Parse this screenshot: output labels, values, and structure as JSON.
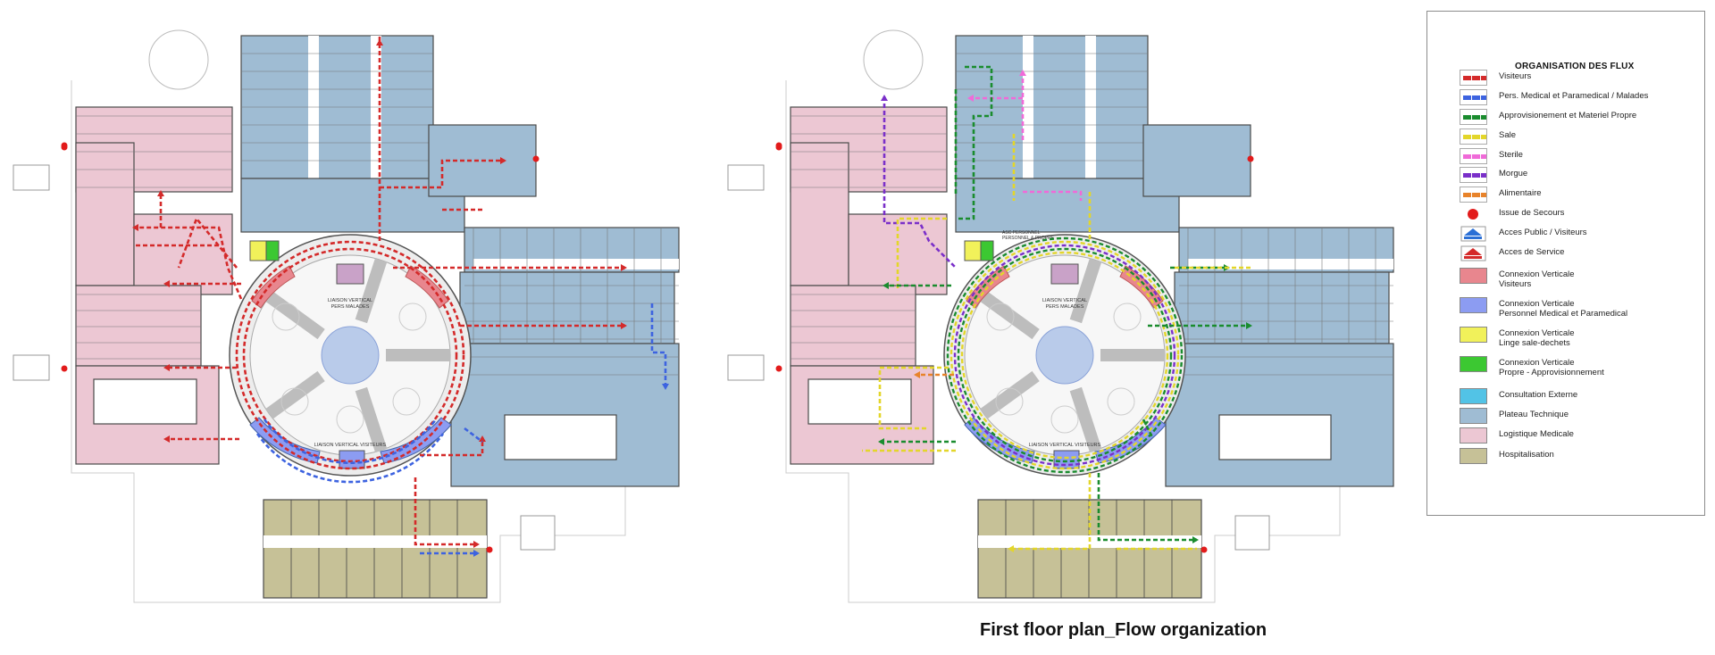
{
  "caption": "First floor plan_Flow organization",
  "legend": {
    "title": "ORGANISATION  DES FLUX",
    "items": [
      {
        "label": "Visiteurs",
        "kind": "dash",
        "color": "#d42a2a"
      },
      {
        "label": "Pers. Medical et Paramedical / Malades",
        "kind": "dash",
        "color": "#3d63e0"
      },
      {
        "label": "Approvisionement et Materiel Propre",
        "kind": "dash",
        "color": "#1a8c2e"
      },
      {
        "label": "Sale",
        "kind": "dash",
        "color": "#e3d62a"
      },
      {
        "label": "Sterile",
        "kind": "dash",
        "color": "#f06ad8"
      },
      {
        "label": "Morgue",
        "kind": "dash",
        "color": "#7a2fc9"
      },
      {
        "label": "Alimentaire",
        "kind": "dash",
        "color": "#e8832a"
      },
      {
        "label": "Issue de Secours",
        "kind": "icon",
        "icon": "red-dot-icon",
        "color": "#e21b1b"
      },
      {
        "label": "Acces Public / Visiteurs",
        "kind": "icon",
        "icon": "blue-arrow-icon",
        "color": "#2a6fd6"
      },
      {
        "label": "Acces de Service",
        "kind": "icon",
        "icon": "red-arrow-icon",
        "color": "#d42a2a"
      },
      {
        "label": "Connexion Verticale\nVisiteurs",
        "kind": "fill",
        "color": "#e8868e"
      },
      {
        "label": "Connexion Verticale\nPersonnel Medical et Paramedical",
        "kind": "fill",
        "color": "#8c9cf2"
      },
      {
        "label": "Connexion Verticale\nLinge sale-dechets",
        "kind": "fill",
        "color": "#f1f15a"
      },
      {
        "label": "Connexion Verticale\nPropre - Approvisionnement",
        "kind": "fill",
        "color": "#3cc832"
      },
      {
        "label": "Consultation Externe",
        "kind": "fill",
        "color": "#52c3e6"
      },
      {
        "label": "Plateau Technique",
        "kind": "fill",
        "color": "#9fbcd3"
      },
      {
        "label": "Logistique Medicale",
        "kind": "fill",
        "color": "#ecc7d3"
      },
      {
        "label": "Hospitalisation",
        "kind": "fill",
        "color": "#c6c197"
      }
    ]
  },
  "plans": {
    "left": {
      "label_top": "LIAISON VERTICAL\nPERS MALADES",
      "label_bottom": "LIAISON VERTICAL VISITEURS"
    },
    "right": {
      "label_top": "LIAISON VERTICAL\nPERS MALADES",
      "label_bottom": "LIAISON VERTICAL VISITEURS",
      "label_service": "ASC PERSONNEL\nPERSONNEL & PROPRE"
    }
  }
}
